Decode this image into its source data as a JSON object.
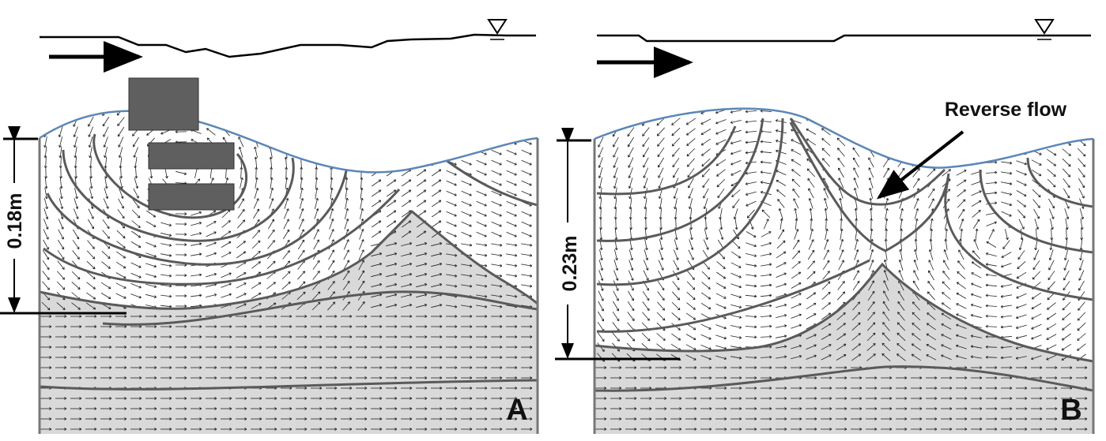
{
  "panels": [
    {
      "id": "A",
      "letter": "A",
      "depth_label": "0.18m"
    },
    {
      "id": "B",
      "letter": "B",
      "depth_label": "0.23m",
      "annotation": "Reverse flow"
    }
  ],
  "colors": {
    "bed_outline": "#5b86b7",
    "sand": "#d9d9d9",
    "streamline": "#5a5a5a",
    "vector": "#222222",
    "block": "#5f5f5f",
    "line": "#000000"
  },
  "icons": {
    "water_surface": "inverted-triangle-icon",
    "flow_direction": "arrow-right-icon"
  }
}
